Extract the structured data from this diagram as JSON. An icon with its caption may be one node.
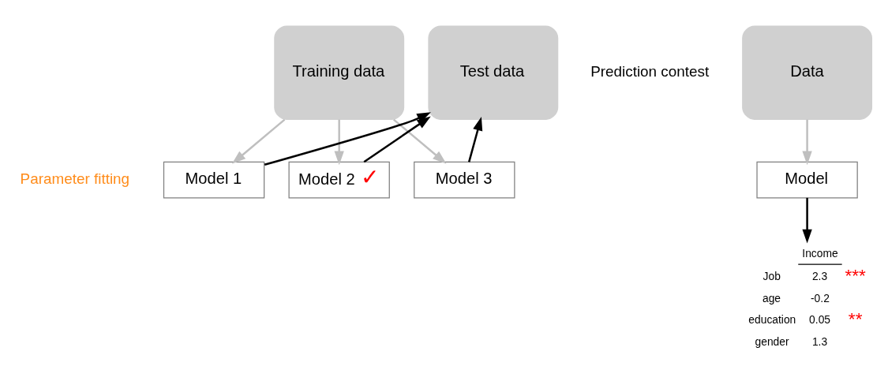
{
  "diagram": {
    "nodes": [
      {
        "text": [
          "Training data"
        ]
      },
      {
        "text": [
          "Test data"
        ],
        "beside": [
          "Prediction contest"
        ]
      },
      {
        "text": [
          "Model 1"
        ]
      },
      {
        "text": [
          "Model 2",
          "✓"
        ]
      },
      {
        "text": [
          "Model 3"
        ]
      },
      {
        "text": [
          "Data"
        ]
      },
      {
        "text": [
          "Model"
        ]
      },
      {
        "text": [
          "Income",
          "Job",
          "2.3",
          "***",
          "age",
          "-0.2",
          "education",
          "0.05",
          "**",
          "gender",
          "1.3"
        ]
      }
    ],
    "edges": [
      {
        "from": 0,
        "to": 2,
        "arrow": "to",
        "color": "#bfbfbf"
      },
      {
        "from": 0,
        "to": 3,
        "arrow": "to",
        "color": "#bfbfbf"
      },
      {
        "from": 0,
        "to": 4,
        "arrow": "to",
        "color": "#bfbfbf"
      },
      {
        "from": 2,
        "to": 1,
        "arrow": "to",
        "color": "#000000"
      },
      {
        "from": 3,
        "to": 1,
        "arrow": "to",
        "color": "#000000"
      },
      {
        "from": 4,
        "to": 1,
        "arrow": "to",
        "color": "#000000"
      },
      {
        "from": 5,
        "to": 6,
        "arrow": "to",
        "color": "#bfbfbf"
      },
      {
        "from": 6,
        "to": 7,
        "arrow": "to",
        "color": "#000000"
      }
    ],
    "labels": [
      "Parameter fitting"
    ]
  }
}
